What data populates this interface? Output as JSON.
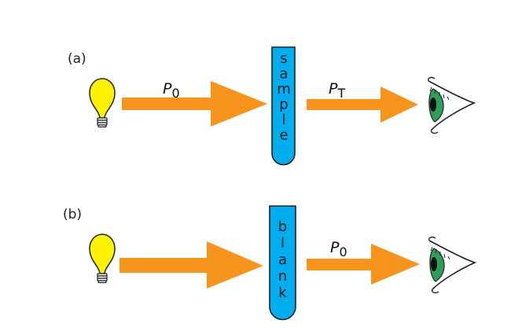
{
  "panels": {
    "a": {
      "label": "(a)",
      "tube_text": "sample",
      "incident_beam": {
        "symbol": "P",
        "subscript": "0"
      },
      "transmitted_beam": {
        "symbol": "P",
        "subscript": "T"
      }
    },
    "b": {
      "label": "(b)",
      "tube_text": "blank",
      "incident_beam": {
        "symbol": "",
        "subscript": ""
      },
      "transmitted_beam": {
        "symbol": "P",
        "subscript": "0"
      }
    }
  },
  "icons": {
    "light_source": "lightbulb-icon",
    "detector": "eye-icon"
  },
  "colors": {
    "beam": "#f7941d",
    "tube": "#00aeef",
    "bulb": "#fff200",
    "iris": "#2e9e5b"
  }
}
